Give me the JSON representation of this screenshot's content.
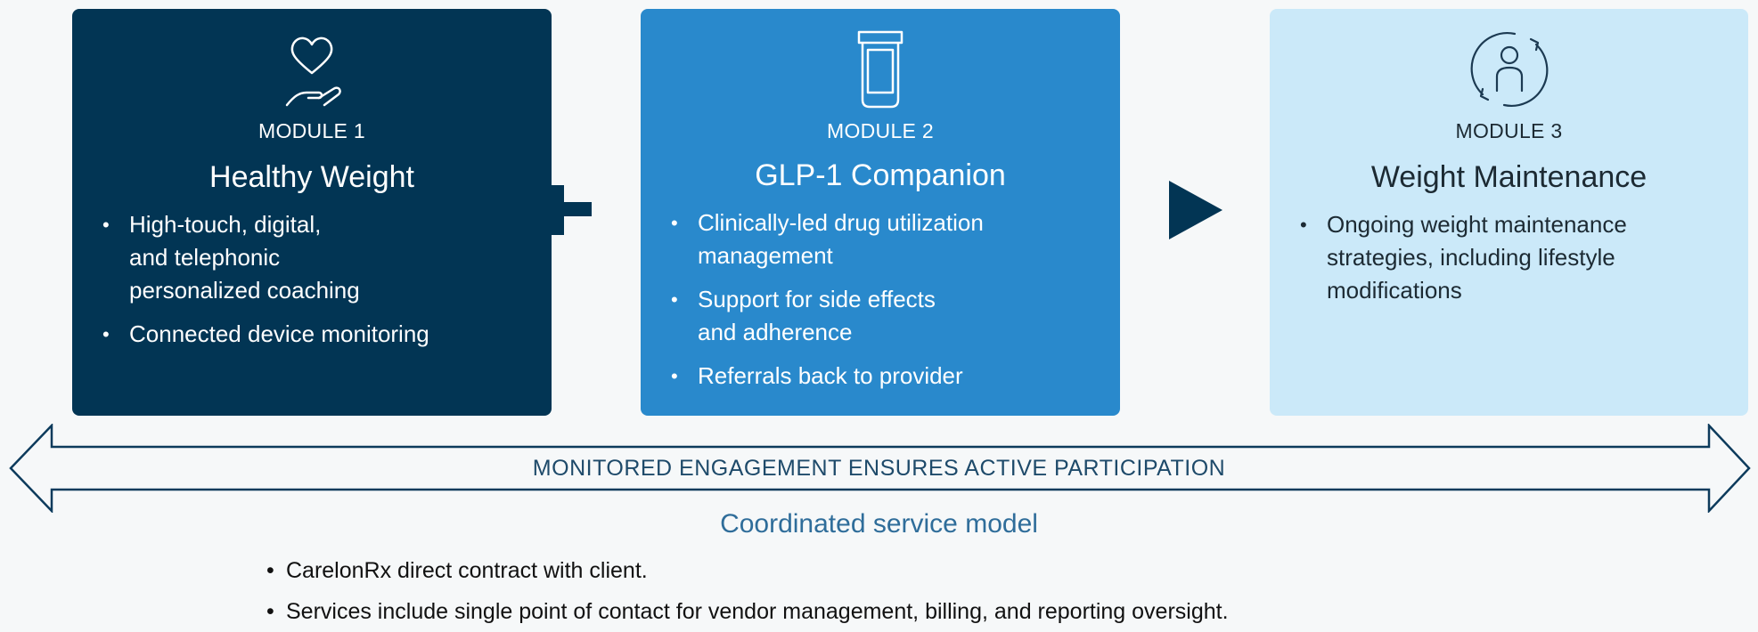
{
  "modules": [
    {
      "label": "MODULE 1",
      "title": "Healthy Weight",
      "icon": "heart-in-hand-icon",
      "bg_color": "#023554",
      "bullets": [
        "High-touch, digital,\nand telephonic\npersonalized coaching",
        "Connected device monitoring"
      ]
    },
    {
      "label": "MODULE 2",
      "title": "GLP-1 Companion",
      "icon": "pill-bottle-icon",
      "bg_color": "#2989cc",
      "bullets": [
        "Clinically-led drug utilization\nmanagement",
        "Support for side effects\nand adherence",
        "Referrals back to provider"
      ]
    },
    {
      "label": "MODULE 3",
      "title": "Weight Maintenance",
      "icon": "person-cycle-icon",
      "bg_color": "#cbe9f9",
      "bullets": [
        "Ongoing weight maintenance\nstrategies, including lifestyle\nmodifications"
      ]
    }
  ],
  "connectors": {
    "first": "plus-icon",
    "second": "play-arrow-icon"
  },
  "engagement": {
    "text": "MONITORED ENGAGEMENT ENSURES ACTIVE PARTICIPATION"
  },
  "service_model": {
    "heading": "Coordinated service model",
    "items": [
      "CarelonRx direct contract with client.",
      "Services include single point of contact for vendor management, billing, and reporting oversight."
    ]
  }
}
